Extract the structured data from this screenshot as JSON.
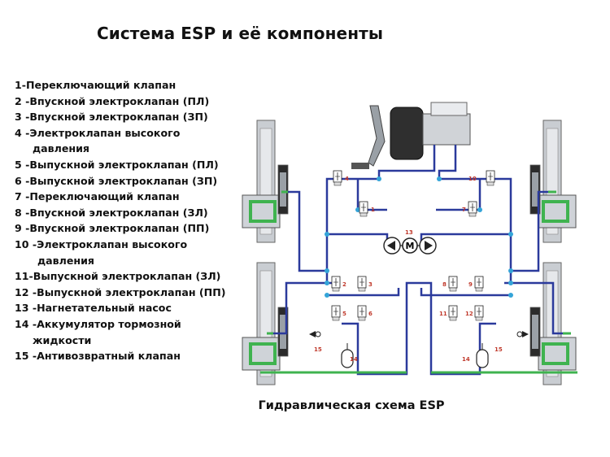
{
  "title": "Система ESP и её компоненты",
  "legend": [
    {
      "text": "1-Переключающий клапан"
    },
    {
      "text": "2 -Впускной электроклапан (ПЛ)"
    },
    {
      "text": "3 -Впускной электроклапан (ЗП)"
    },
    {
      "text": "4 -Электроклапан высокого",
      "cont": "давления"
    },
    {
      "text": "5 -Выпускной электроклапан (ПЛ)"
    },
    {
      "text": "6 -Выпускной электроклапан (ЗП)"
    },
    {
      "text": "7 -Переключающий клапан"
    },
    {
      "text": "8 -Впускной электроклапан (ЗЛ)"
    },
    {
      "text": "9 -Впускной электроклапан (ПП)"
    },
    {
      "text": "10 -Электроклапан высокого",
      "cont": "давления"
    },
    {
      "text": "11-Выпускной электроклапан (ЗЛ)"
    },
    {
      "text": "12 -Выпускной электроклапан (ПП)"
    },
    {
      "text": "13 -Нагнетательный насос"
    },
    {
      "text": "14 -Аккумулятор тормозной",
      "cont": "жидкости"
    },
    {
      "text": "15 -Антивозвратный клапан"
    }
  ],
  "diagram_labels": {
    "l1": "1",
    "l2": "2",
    "l3": "3",
    "l4": "4",
    "l5": "5",
    "l6": "6",
    "l7": "7",
    "l8": "8",
    "l9": "9",
    "l10": "10",
    "l11": "11",
    "l12": "12",
    "l13": "13",
    "l14a": "14",
    "l14b": "14",
    "l15a": "15",
    "l15b": "15",
    "motor": "M"
  },
  "colors": {
    "hydraulic_line": "#2b3a9c",
    "junction": "#34a4d8",
    "brake_pad": "#3fb34f",
    "label": "#c0392b"
  },
  "caption": "Гидравлическая схема ESP"
}
